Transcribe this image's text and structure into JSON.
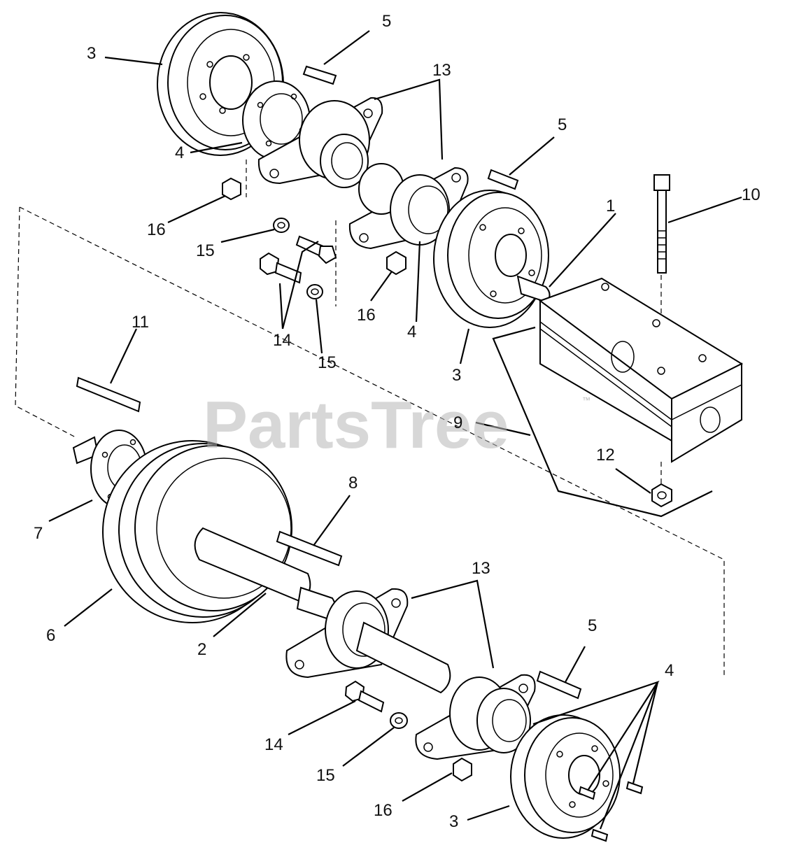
{
  "watermark": {
    "text": "PartsTree",
    "mark": "™"
  },
  "callouts": {
    "c1": "1",
    "c2": "2",
    "c3a": "3",
    "c3b": "3",
    "c3c": "3",
    "c4a": "4",
    "c4b": "4",
    "c4c": "4",
    "c5a": "5",
    "c5b": "5",
    "c5c": "5",
    "c6": "6",
    "c7": "7",
    "c8": "8",
    "c9": "9",
    "c10": "10",
    "c11": "11",
    "c12": "12",
    "c13a": "13",
    "c13b": "13",
    "c14a": "14",
    "c14b": "14",
    "c15a": "15",
    "c15b": "15",
    "c15c": "15",
    "c16a": "16",
    "c16b": "16",
    "c16c": "16"
  }
}
